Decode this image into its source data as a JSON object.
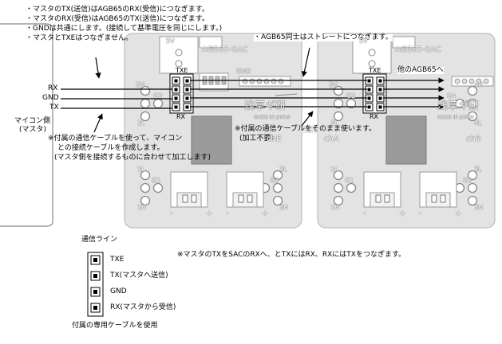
{
  "notes_top": [
    "・マスタのTX(送信)はAGB65のRX(受信)につなぎます。",
    "・マスタのRX(受信)はAGB65のTX(送信)につなぎます。",
    "・GNDは共通にします。(接続して基準電圧を同じにします。)",
    "・マスタとTXEはつなぎません。"
  ],
  "note_straight": "・AGB65同士はストレートにつなぎます。",
  "note_to_other": "他のAGB65へ",
  "master_signals": [
    "RX",
    "GND",
    "TX"
  ],
  "master_label": [
    "マイコン側",
    "(マスタ)"
  ],
  "cable_note": [
    "※付属の通信ケーブルを使って、マイコン",
    "との接続ケーブルを作成します。",
    "(マスタ側を接続するものに合わせて加工します)"
  ],
  "cable_note2": [
    "※付属の通信ケーブルをそのまま使います。",
    "(加工不要)"
  ],
  "board": {
    "name": "AGB65-SAC",
    "brand": "浅草ギ研",
    "brand_sub": "MADE IN JAPAN",
    "conn_top": "TXE",
    "conn_bottom": "RX",
    "ch_a": "chA",
    "ch_b": "chB",
    "labels_left": [
      "2H",
      "G2",
      "2L",
      "1L",
      "G1",
      "1H"
    ],
    "labels_right": [
      "4H",
      "G4",
      "4L",
      "3L",
      "G3",
      "3H"
    ],
    "pins": [
      "5V",
      "GND"
    ],
    "motor_marks": [
      "-",
      "+",
      "-",
      "+"
    ]
  },
  "legend": {
    "title": "通信ライン",
    "items": [
      "TXE",
      "TX(マスタへ送信)",
      "GND",
      "RX(マスタから受信)"
    ],
    "footer": "付属の専用ケーブルを使用"
  },
  "bottom_note": "※マスタのTXをSACのRXへ、とTXにはRX、RXにはTXをつなぎます。",
  "colors": {
    "board": "#e3e3e3",
    "board_edge": "#b0b0b0",
    "chip": "#9b9b9b",
    "line": "#000000"
  }
}
